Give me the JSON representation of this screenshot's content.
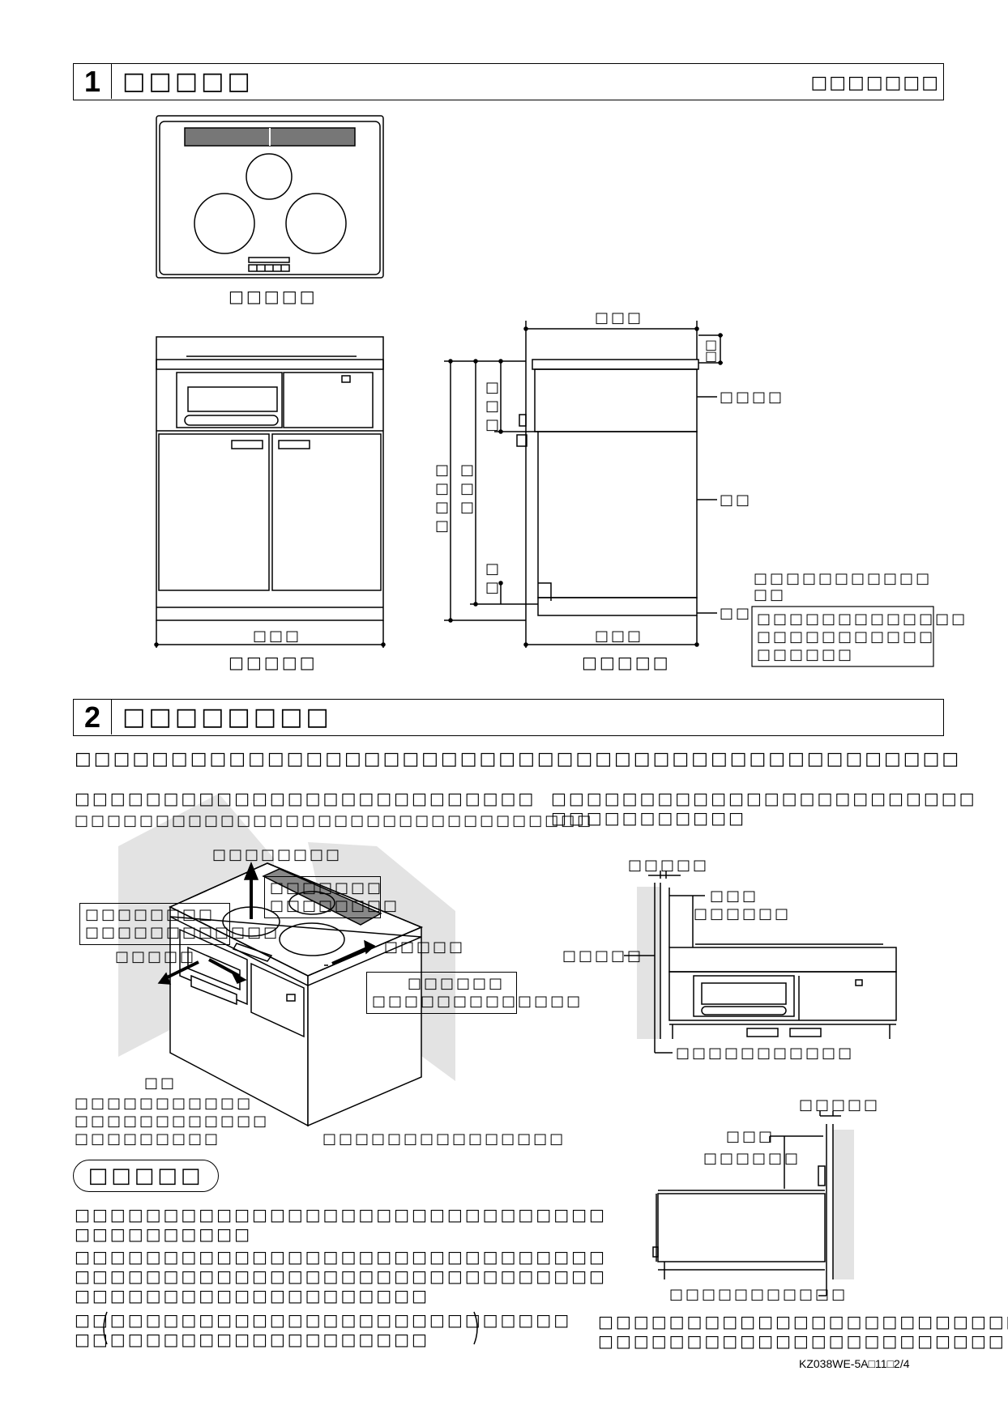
{
  "sec1": {
    "num": "1",
    "title": "□□□□□",
    "right": "□□□□□□□"
  },
  "sec2": {
    "num": "2",
    "title": "□□□□□□□□"
  },
  "fig": {
    "top_caption": "□□□□□",
    "front_caption": "□□□□□",
    "side_caption": "□□□□□",
    "front_width": "□□□",
    "side_depth_top": "□□□",
    "side_depth_bottom": "□□□",
    "side_label_1": "□□□□",
    "side_label_2": "□□",
    "side_label_3": "□□",
    "dim_total_height": "□□□□",
    "dim_cabinet_height": "□□□",
    "dim_top_height": "□□□",
    "dim_bottom": "□□",
    "dim_top_right_a": "□",
    "dim_top_right_b": "□",
    "note_lines": [
      "□□□□□□□□□□□",
      "□□"
    ],
    "note_box_lines": [
      "□□□□□□□□□□□□□",
      "□□□□□□□□□□□",
      "□□□□□□"
    ]
  },
  "body": {
    "intro": "□□□□□□□□□□□□□□□□□□□□□□□□□□□□□□□□□□□□□□□□□□□□□□",
    "left_p1": "□□□□□□□□□□□□□□□□□□□□□□□□□□",
    "left_p2": "□□□□□□□□□□□□□□□□□□□□□□□□□□□□□□□□",
    "right_p1": "□□□□□□□□□□□□□□□□□□□□□□□□",
    "right_p2": "□□□□□□□□□□□"
  },
  "iso": {
    "top_label": "□□□□□□□□",
    "callout_top_1": "□□□□□□□",
    "callout_top_2": "□□□□□□□□",
    "callout_left_1": "□□□□□□□□",
    "callout_left_2": "□□□□□□□□□□□□",
    "left_arrow_label": "□□□□□",
    "right_label": "□□□□□",
    "callout_right_1": "□□□□□□",
    "callout_right_2": "□□□□□□□□□□□□□",
    "front_label": "□□",
    "front_desc": [
      "□□□□□□□□□□□",
      "□□□□□□□□□□□□",
      "□□□□□□□□□"
    ],
    "bottom_right": "□□□□□□□□□□□□□□□"
  },
  "right_fig1": {
    "lbl_a": "□□□□□",
    "lbl_b": "□□□",
    "lbl_c": "□□□□□□",
    "lbl_d": "□□□□□",
    "lbl_e": "□□□□□□□□□□□"
  },
  "right_fig2": {
    "lbl_a": "□□□□□",
    "lbl_b": "□□□",
    "lbl_c": "□□□□□□",
    "lbl_d": "□□□□□□□□□□□"
  },
  "caution": {
    "pill": "□□□□□",
    "lines": [
      "□□□□□□□□□□□□□□□□□□□□□□□□□□□□□□",
      "□□□□□□□□□□",
      "□□□□□□□□□□□□□□□□□□□□□□□□□□□□□□",
      "□□□□□□□□□□□□□□□□□□□□□□□□□□□□□□",
      "□□□□□□□□□□□□□□□□□□□□",
      "□□□□□□□□□□□□□□□□□□□□□□□□□□□□",
      "□□□□□□□□□□□□□□□□□□□□"
    ]
  },
  "right_bottom": [
    "□□□□□□□□□□□□□□□□□□□□□□□□□",
    "□□□□□□□□□□□□□□□□□□□□□□□"
  ],
  "doc_code": "KZ038WE-5A□11□2/4"
}
